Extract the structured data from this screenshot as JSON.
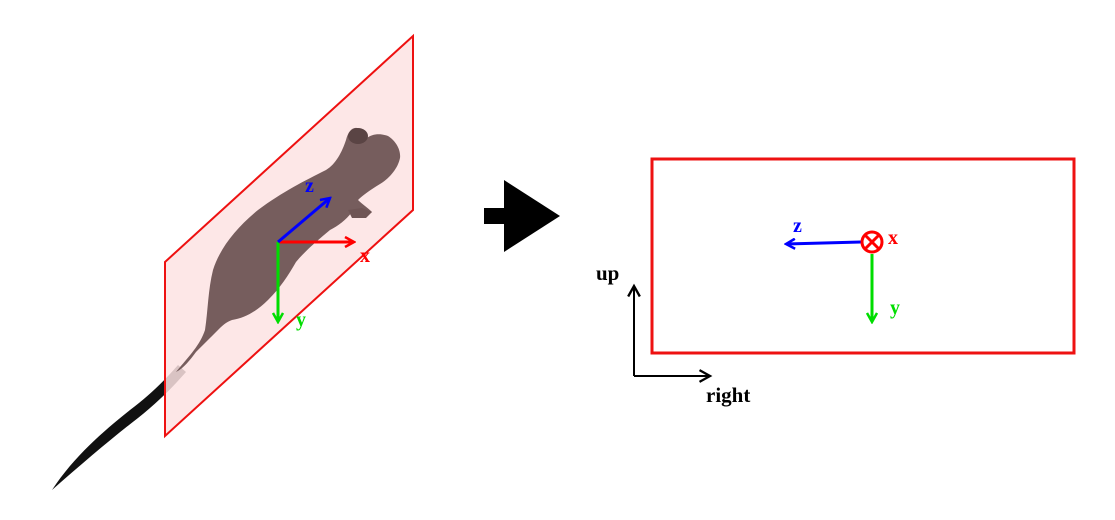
{
  "colors": {
    "x_axis": "#ff0000",
    "y_axis": "#00dd00",
    "z_axis": "#0000ff",
    "plane_fill": "#fde3e3",
    "plane_border": "#ee1111",
    "silhouette": "#6f5555",
    "arrow": "#000000"
  },
  "left_view": {
    "axes": {
      "x": "x",
      "y": "y",
      "z": "z"
    }
  },
  "right_view": {
    "axes": {
      "x": "x",
      "y": "y",
      "z": "z"
    },
    "x_axis_symbol": "into-page-cross-circle"
  },
  "screen_directions": {
    "up": "up",
    "right": "right"
  },
  "transform_arrow": "right-pointing-arrow-icon"
}
